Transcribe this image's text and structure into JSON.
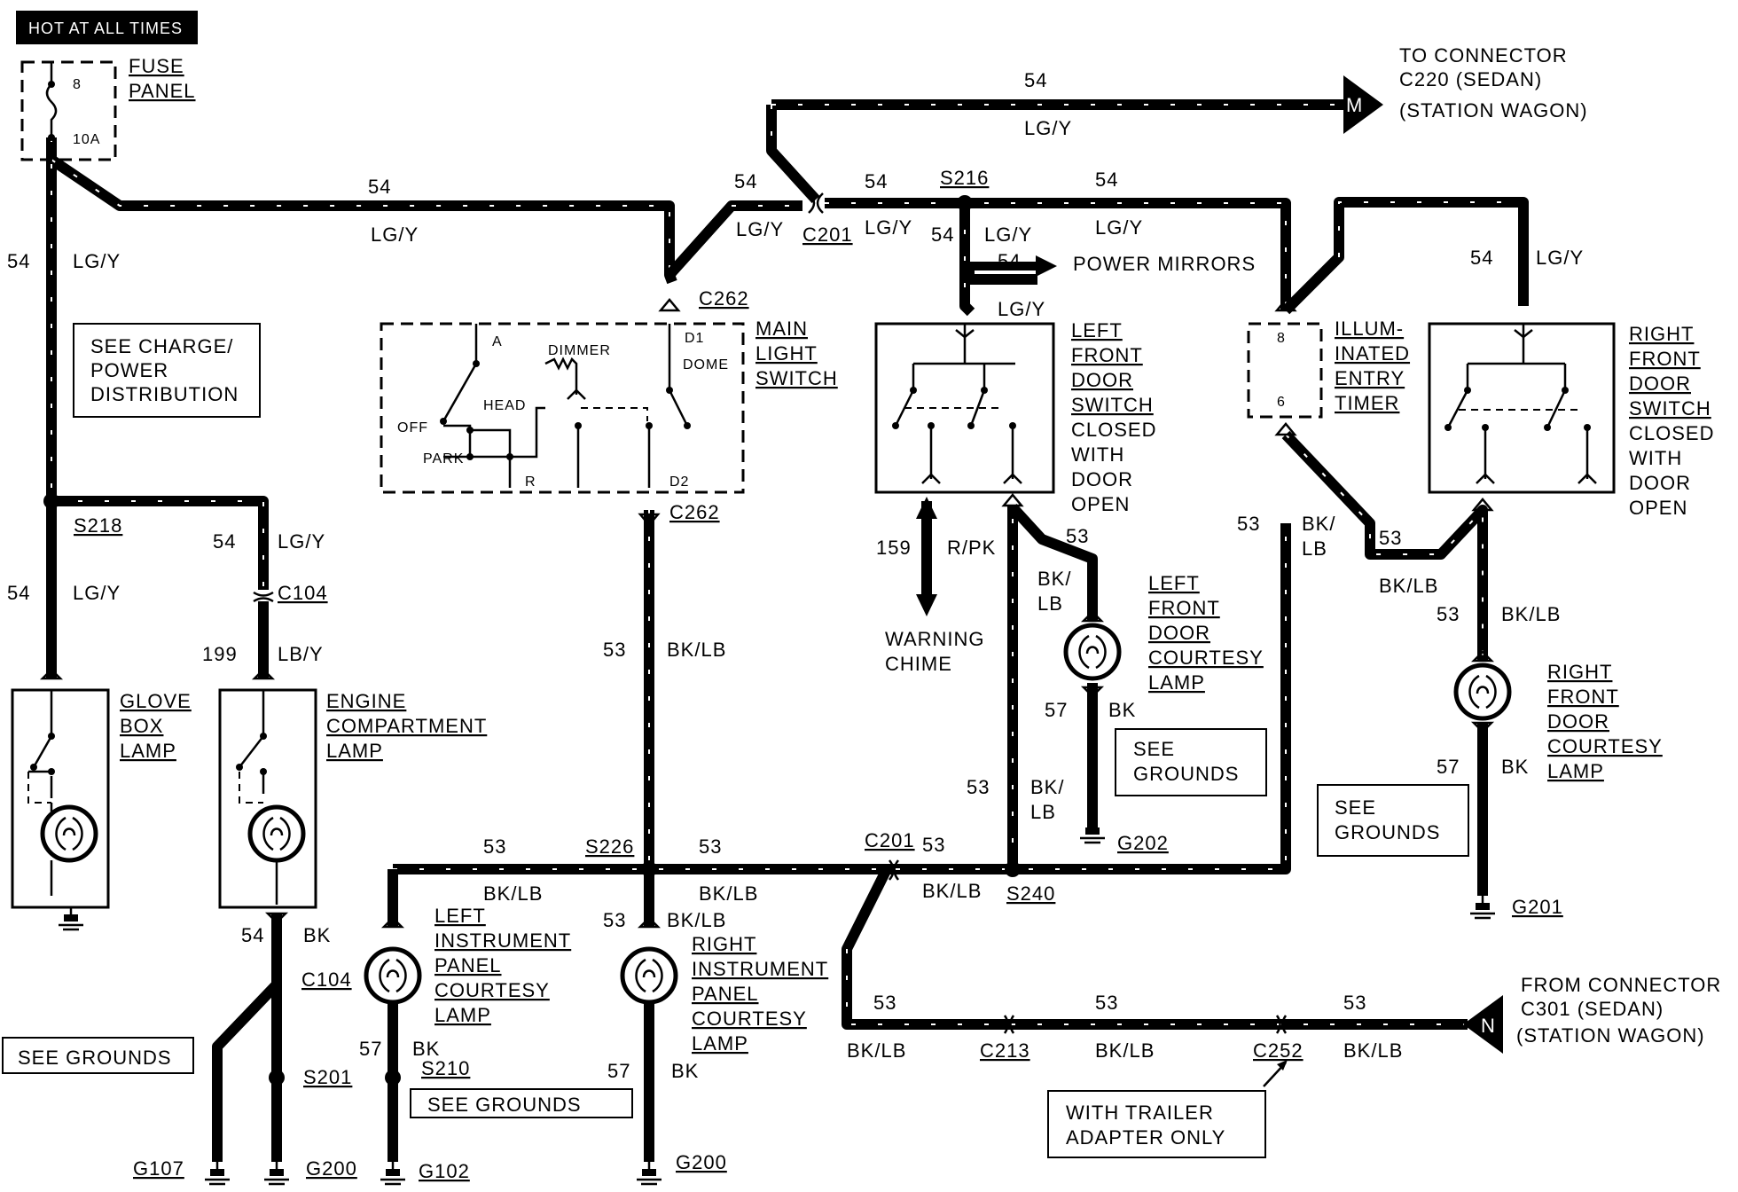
{
  "header": {
    "hot_label": "HOT AT ALL TIMES"
  },
  "fuse_panel": {
    "label1": "FUSE",
    "label2": "PANEL",
    "fuse_number": "8",
    "rating": "10A"
  },
  "notes": {
    "charge1": "SEE CHARGE/",
    "charge2": "POWER",
    "charge3": "DISTRIBUTION",
    "see_grounds": "SEE GROUNDS",
    "see": "SEE",
    "grounds": "GROUNDS",
    "trailer1": "WITH TRAILER",
    "trailer2": "ADAPTER ONLY"
  },
  "connectors": {
    "to_connector": "TO CONNECTOR",
    "c220": "C220 (SEDAN)",
    "station_wagon": "(STATION WAGON)",
    "m": "M",
    "from_connector": "FROM CONNECTOR",
    "c301": "C301 (SEDAN)",
    "n": "N",
    "C201": "C201",
    "C262": "C262",
    "C104": "C104",
    "C213": "C213",
    "C252": "C252"
  },
  "splices": {
    "S216": "S216",
    "S218": "S218",
    "S226": "S226",
    "S240": "S240",
    "S201": "S201",
    "S210": "S210"
  },
  "grounds": {
    "G107": "G107",
    "G200": "G200",
    "G102": "G102",
    "G202": "G202",
    "G201": "G201"
  },
  "wires": {
    "c54": "54",
    "c53": "53",
    "c57": "57",
    "c159": "159",
    "c199": "199",
    "lgy": "LG/Y",
    "bklb": "BK/LB",
    "bk": "BK",
    "lby": "LB/Y",
    "rpk": "R/PK",
    "bk_slash": "BK/",
    "lb": "LB"
  },
  "components": {
    "glove1": "GLOVE",
    "glove2": "BOX",
    "glove3": "LAMP",
    "engine1": "ENGINE",
    "engine2": "COMPARTMENT",
    "engine3": "LAMP",
    "mls1": "MAIN",
    "mls2": "LIGHT",
    "mls3": "SWITCH",
    "mls_a": "A",
    "mls_dimmer": "DIMMER",
    "mls_head": "HEAD",
    "mls_off": "OFF",
    "mls_park": "PARK",
    "mls_r": "R",
    "mls_d1": "D1",
    "mls_dome": "DOME",
    "mls_d2": "D2",
    "power_mirrors": "POWER MIRRORS",
    "warning1": "WARNING",
    "warning2": "CHIME",
    "lfds1": "LEFT",
    "lfds2": "FRONT",
    "lfds3": "DOOR",
    "lfds4": "SWITCH",
    "closed": "CLOSED",
    "with": "WITH",
    "door": "DOOR",
    "open": "OPEN",
    "lfdcl1": "LEFT",
    "lfdcl2": "FRONT",
    "lfdcl3": "DOOR",
    "lfdcl4": "COURTESY",
    "lfdcl5": "LAMP",
    "iet1": "ILLUM-",
    "iet2": "INATED",
    "iet3": "ENTRY",
    "iet4": "TIMER",
    "iet_pin8": "8",
    "iet_pin6": "6",
    "rfds1": "RIGHT",
    "rfds2": "FRONT",
    "rfds3": "DOOR",
    "rfds4": "SWITCH",
    "rfdcl1": "RIGHT",
    "rfdcl2": "FRONT",
    "rfdcl3": "DOOR",
    "rfdcl4": "COURTESY",
    "rfdcl5": "LAMP",
    "lipcl1": "LEFT",
    "lipcl2": "INSTRUMENT",
    "lipcl3": "PANEL",
    "lipcl4": "COURTESY",
    "lipcl5": "LAMP",
    "ripcl1": "RIGHT",
    "ripcl2": "INSTRUMENT",
    "ripcl3": "PANEL",
    "ripcl4": "COURTESY",
    "ripcl5": "LAMP"
  }
}
